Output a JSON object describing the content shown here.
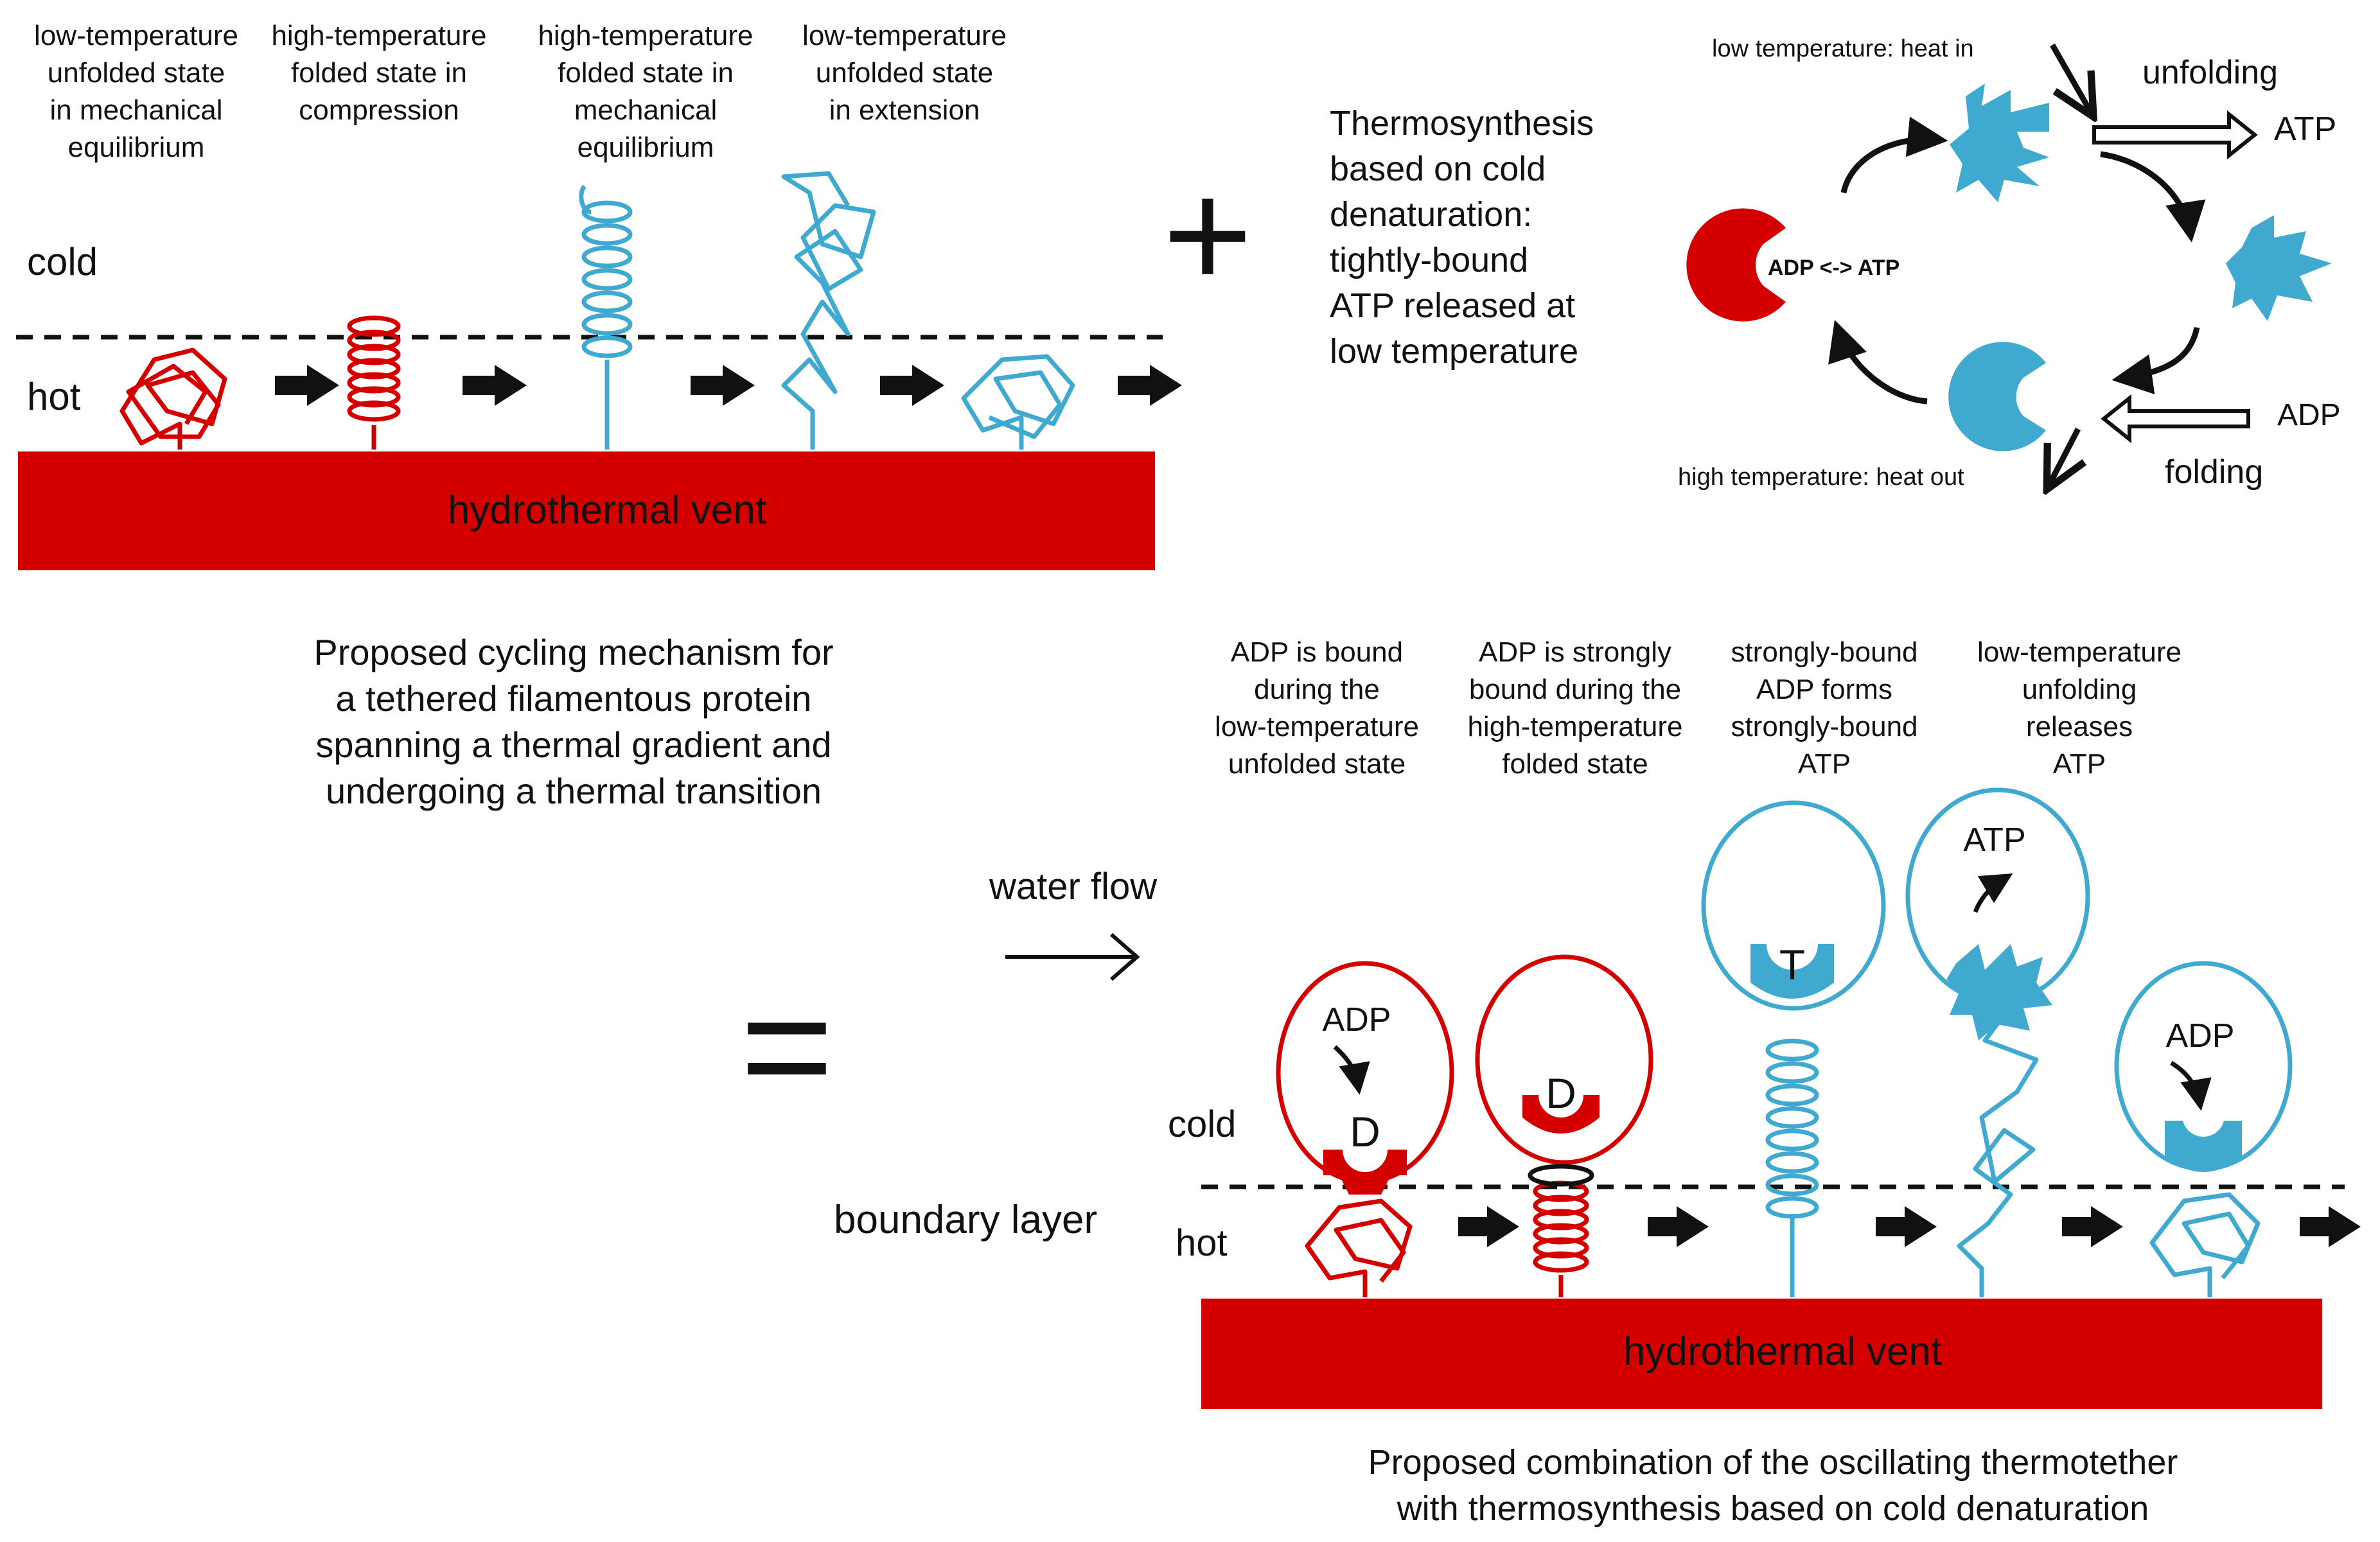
{
  "colors": {
    "red": "#d40000",
    "blue": "#3fa9d0",
    "black": "#111111",
    "white": "#ffffff"
  },
  "top_panel": {
    "state_labels": [
      [
        "low-temperature",
        "unfolded state",
        "in mechanical",
        "equilibrium"
      ],
      [
        "high-temperature",
        "folded state in",
        "compression"
      ],
      [
        "high-temperature",
        "folded state in",
        "mechanical",
        "equilibrium"
      ],
      [
        "low-temperature",
        "unfolded state",
        "in extension"
      ]
    ],
    "cold_label": "cold",
    "hot_label": "hot",
    "vent_label": "hydrothermal vent",
    "plus_sign": "+",
    "caption": [
      "Proposed cycling mechanism for",
      "a tethered filamentous protein",
      "spanning a thermal gradient and",
      "undergoing a thermal transition"
    ]
  },
  "cycle_panel": {
    "description": [
      "Thermosynthesis",
      "based on cold",
      "denaturation:",
      "tightly-bound",
      "ATP released at",
      "low temperature"
    ],
    "low_temp_label": "low temperature:  heat in",
    "high_temp_label": "high temperature:  heat out",
    "unfolding_label": "unfolding",
    "folding_label": "folding",
    "atp_label": "ATP",
    "adp_label": "ADP",
    "center_label": "ADP <-> ATP"
  },
  "equals_sign": "=",
  "bottom_panel": {
    "water_flow_label": "water flow",
    "step_labels": [
      [
        "ADP is bound",
        "during the",
        "low-temperature",
        "unfolded state"
      ],
      [
        "ADP is strongly",
        "bound during the",
        "high-temperature",
        "folded state"
      ],
      [
        "strongly-bound",
        "ADP forms",
        "strongly-bound",
        "ATP"
      ],
      [
        "low-temperature",
        "unfolding",
        "releases",
        "ATP"
      ]
    ],
    "cold_label": "cold",
    "hot_label": "hot",
    "boundary_label": "boundary layer",
    "vent_label": "hydrothermal vent",
    "bubble_texts": [
      "ADP",
      "D",
      "D",
      "T",
      "ATP",
      "ADP"
    ],
    "caption": [
      "Proposed combination of the oscillating thermotether",
      "with thermosynthesis based on cold denaturation"
    ]
  }
}
